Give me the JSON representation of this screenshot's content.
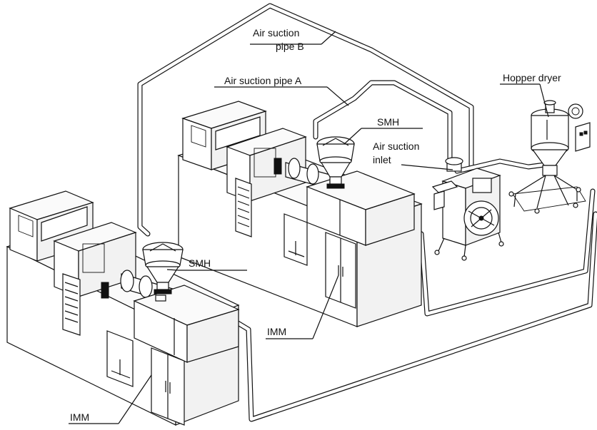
{
  "labels": {
    "air_suction_pipe_b_line1": "Air suction",
    "air_suction_pipe_b_line2": "pipe B",
    "air_suction_pipe_a": "Air suction pipe A",
    "hopper_dryer": "Hopper dryer",
    "smh_right": "SMH",
    "air_suction_inlet_line1": "Air suction",
    "air_suction_inlet_line2": "inlet",
    "smh_left": "SMH",
    "imm_right": "IMM",
    "imm_left": "IMM"
  }
}
